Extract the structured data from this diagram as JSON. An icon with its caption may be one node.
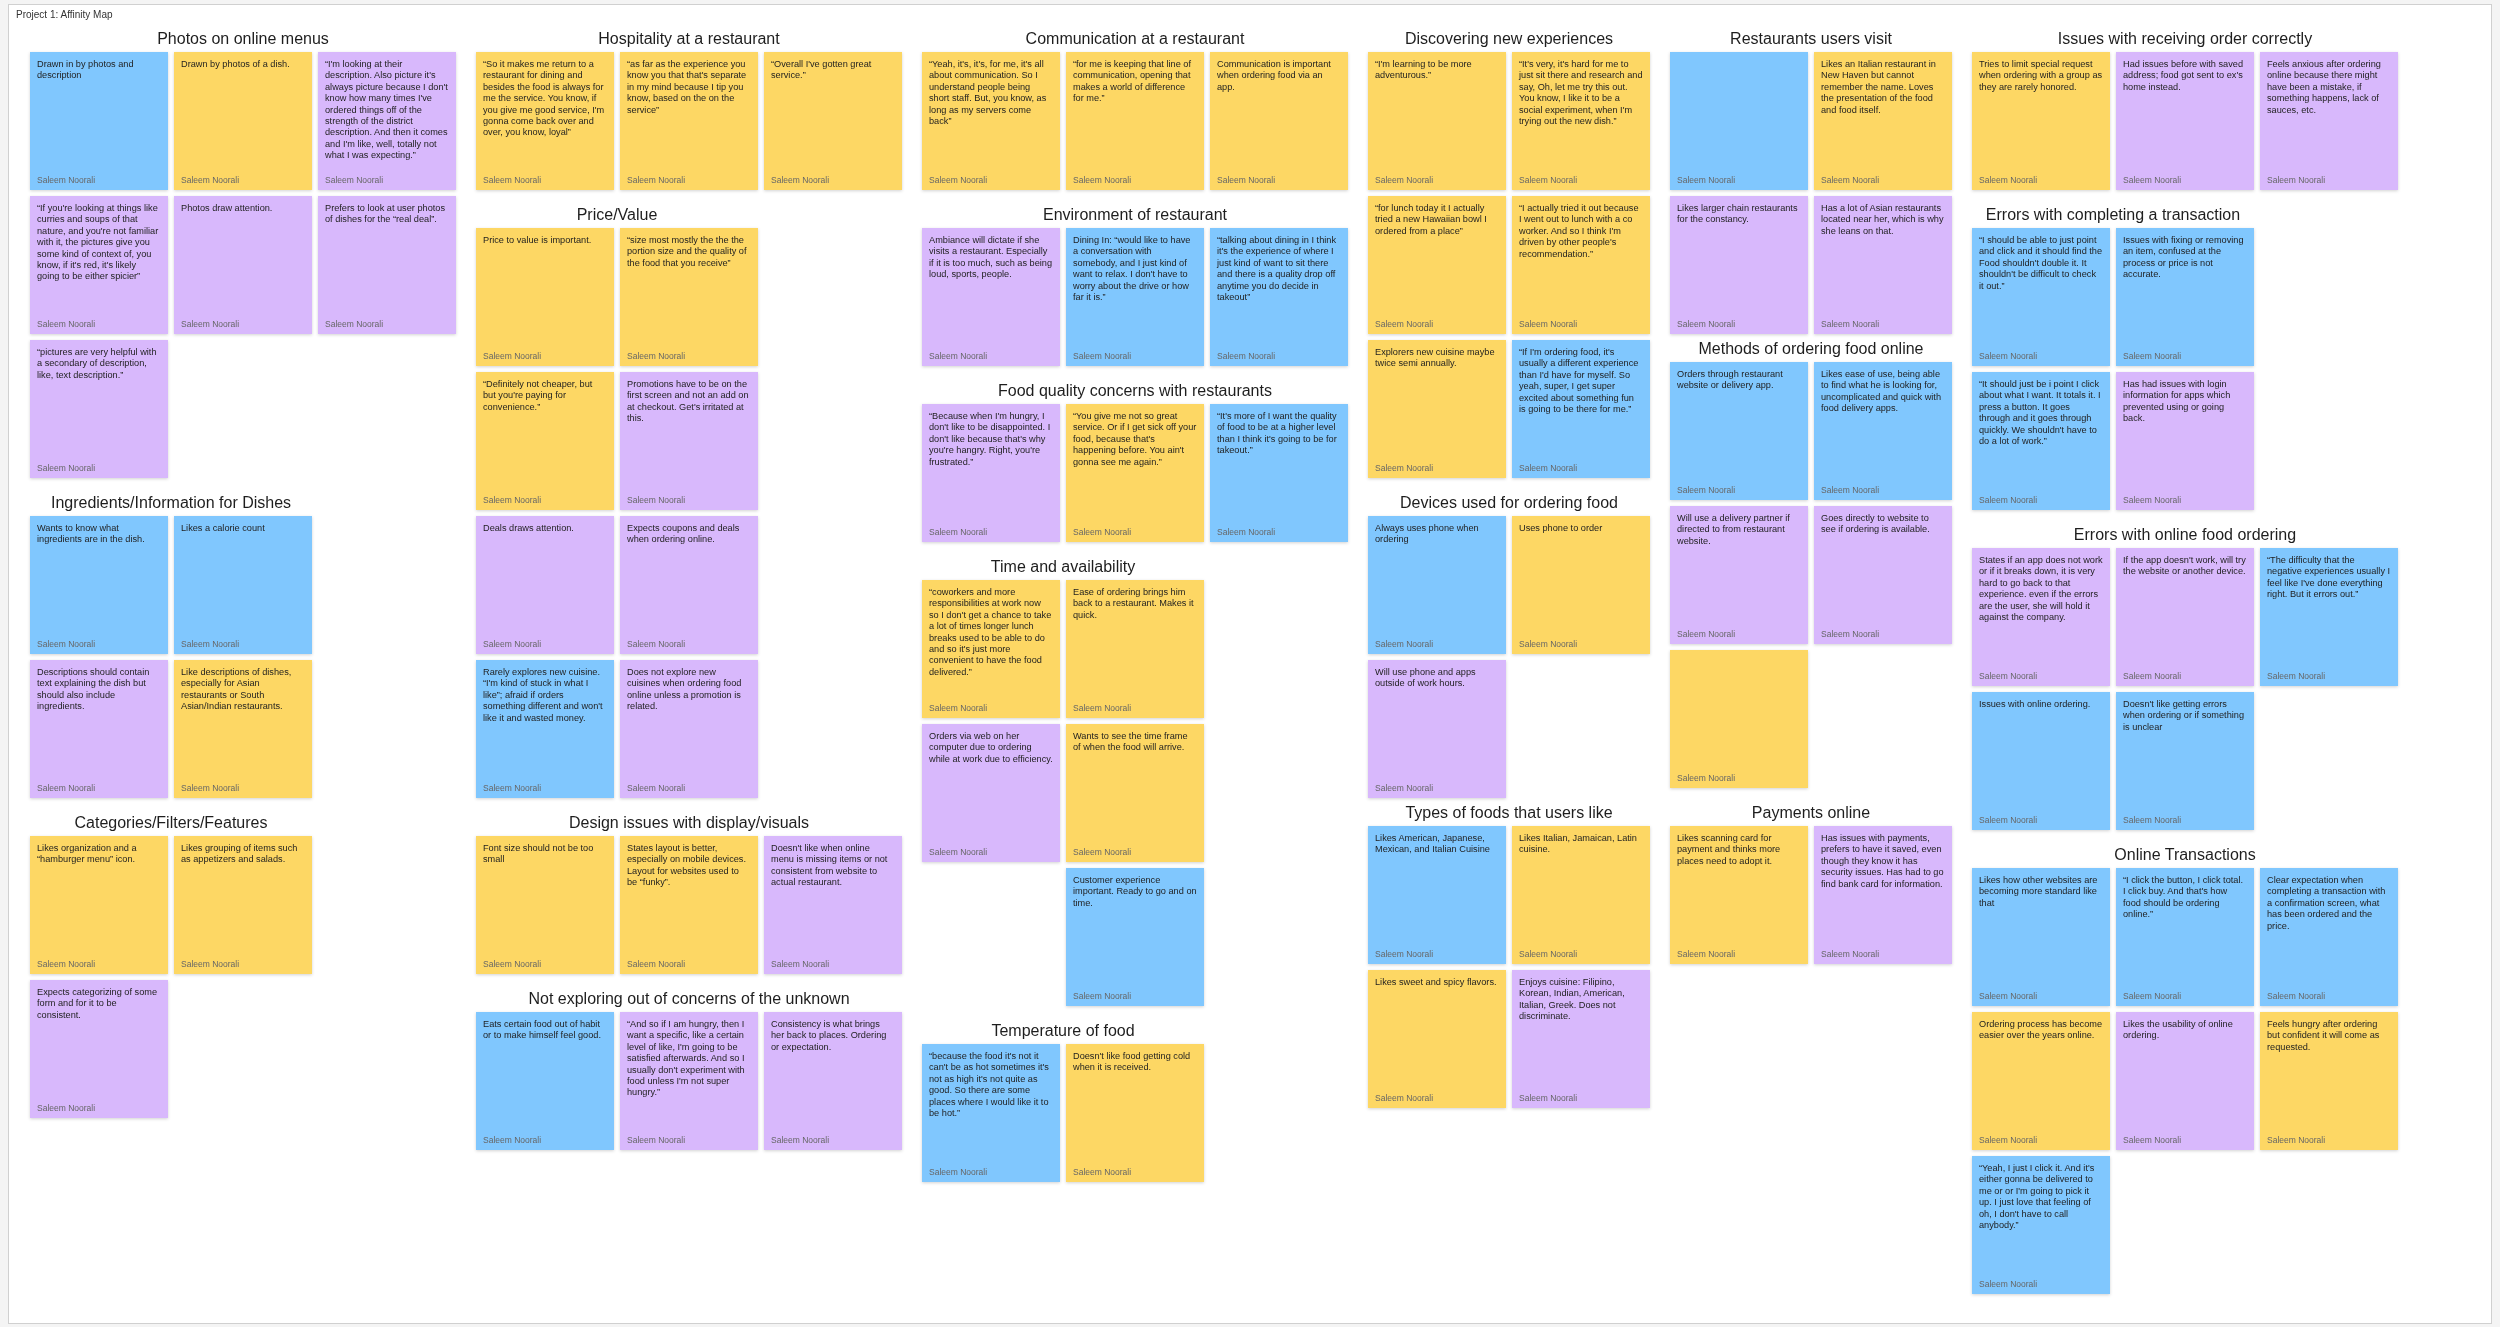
{
  "diagram": {
    "nodes": [
      {
        "text": [
          "Photos on online menus"
        ]
      },
      {
        "text": [
          "Drawn in by photos and description",
          "Saleem Noorali"
        ],
        "in": 0
      },
      {
        "text": [
          "Drawn by photos of a dish.",
          "Saleem Noorali"
        ],
        "in": 0
      },
      {
        "text": [
          "“I'm looking at their description. Also picture it's always picture because I don't know how many times I've ordered things off of the strength of the district description. And then it comes and I'm like, well, totally not what I was expecting.”",
          "Saleem Noorali"
        ],
        "in": 0
      },
      {
        "text": [
          "“If you're looking at things like curries and soups of that nature, and you're not familiar with it, the pictures give you some kind of context of, you know, if it's red, it's likely going to be either spicier”",
          "Saleem Noorali"
        ],
        "in": 0
      },
      {
        "text": [
          "Photos draw attention.",
          "Saleem Noorali"
        ],
        "in": 0
      },
      {
        "text": [
          "Prefers to look at user photos of dishes for the “real deal”.",
          "Saleem Noorali"
        ],
        "in": 0
      },
      {
        "text": [
          "“pictures are very helpful with a secondary of description, like, text description.”",
          "Saleem Noorali"
        ],
        "in": 0
      },
      {
        "text": [
          "Hospitality at a restaurant"
        ]
      },
      {
        "text": [
          "“So it makes me return to a restaurant for dining and besides the food is always for me the service. You know, if you give me good service, I'm gonna come back over and over, you know, loyal”",
          "Saleem Noorali"
        ],
        "in": 8
      },
      {
        "text": [
          "“as far as the experience you know you that that's separate in my mind because I tip you know, based on the on the service”",
          "Saleem Noorali"
        ],
        "in": 8
      },
      {
        "text": [
          "“Overall I've gotten great service.”",
          "Saleem Noorali"
        ],
        "in": 8
      },
      {
        "text": [
          "Communication at a restaurant"
        ]
      },
      {
        "text": [
          "“Yeah, it's, it's, for me, it's all about communication. So I understand people being short staff. But, you know, as long as my servers come back”",
          "Saleem Noorali"
        ],
        "in": 12
      },
      {
        "text": [
          "“for me is keeping that line of communication, opening that makes a world of difference for me.”",
          "Saleem Noorali"
        ],
        "in": 12
      },
      {
        "text": [
          "Communication is important when ordering food via an app.",
          "Saleem Noorali"
        ],
        "in": 12
      },
      {
        "text": [
          "Time and availability"
        ]
      },
      {
        "text": [
          "“coworkers and more responsibilities at work now so I don't get a chance to take a lot of times longer lunch breaks used to be able to do and so it's just more convenient to have the food delivered.”",
          "Saleem Noorali"
        ],
        "in": 16
      },
      {
        "text": [
          "Ease of ordering brings him back to a restaurant. Makes it quick.",
          "Saleem Noorali"
        ],
        "in": 16
      },
      {
        "text": [
          "Orders via web on her computer due to ordering while at work due to efficiency.",
          "Saleem Noorali"
        ],
        "in": 16
      },
      {
        "text": [
          "Wants to see the time frame of when the food will arrive.",
          "Saleem Noorali"
        ],
        "in": 16
      },
      {
        "text": [
          "Customer experience important. Ready to go and on time.",
          "Saleem Noorali"
        ],
        "in": 16
      },
      {
        "text": [
          "Discovering new experiences"
        ]
      },
      {
        "text": [
          "“I'm learning to be more adventurous.”",
          "Saleem Noorali"
        ],
        "in": 22
      },
      {
        "text": [
          "“It's very, it's hard for me to just sit there and research and say, Oh, let me try this out. You know, I like it to be a social experiment, when I'm trying out the new dish.”",
          "Saleem Noorali"
        ],
        "in": 22
      },
      {
        "text": [
          "“for lunch today it I actually tried a new Hawaiian bowl I ordered from a place”",
          "Saleem Noorali"
        ],
        "in": 22
      },
      {
        "text": [
          "“I actually tried it out because I went out to lunch with a co worker. And so I think I'm driven by other people's recommendation.”",
          "Saleem Noorali"
        ],
        "in": 22
      },
      {
        "text": [
          "Explorers new cuisine maybe twice semi annually.",
          "Saleem Noorali"
        ],
        "in": 22
      },
      {
        "text": [
          "“If I'm ordering food, it's usually a different experience than I'd have for myself. So yeah, super, I get super excited about something fun is going to be there for me.”",
          "Saleem Noorali"
        ],
        "in": 22
      },
      {
        "text": [
          "Issues with receiving order correctly"
        ]
      },
      {
        "text": [
          "Tries to limit special request when ordering with a group as they are rarely honored.",
          "Saleem Noorali"
        ],
        "in": 29
      },
      {
        "text": [
          "Had issues before with saved address; food got sent to ex's home instead.",
          "Saleem Noorali"
        ],
        "in": 29
      },
      {
        "text": [
          "Feels anxious after ordering online because there might have been a mistake, if something happens, lack of sauces, etc.",
          "Saleem Noorali"
        ],
        "in": 29
      },
      {
        "text": [
          "Errors with completing a transaction"
        ]
      },
      {
        "text": [
          "“I should be able to just point and click and it should find the Food shouldn't double it. It shouldn't be difficult to check it out.”",
          "Saleem Noorali"
        ],
        "in": 33
      },
      {
        "text": [
          "Issues with fixing or removing an item, confused at the process or price is not accurate.",
          "Saleem Noorali"
        ],
        "in": 33
      },
      {
        "text": [
          "“It should just be i point I click about what I want. It totals it. I press a button. It goes through and it goes through quickly. We shouldn't have to do a lot of work.”",
          "Saleem Noorali"
        ],
        "in": 33
      },
      {
        "text": [
          "Has had issues with login information for apps which prevented using or going back.",
          "Saleem Noorali"
        ],
        "in": 33
      },
      {
        "text": [
          "Errors with online food ordering"
        ]
      },
      {
        "text": [
          "States if an app does not work or if it breaks down, it is very hard to go back to that experience. even if the errors are the user, she will hold it against the company.",
          "Saleem Noorali"
        ],
        "in": 38
      },
      {
        "text": [
          "If the app doesn't work, will try the website or another device.",
          "Saleem Noorali"
        ],
        "in": 38
      },
      {
        "text": [
          "“The difficulty that the negative experiences usually I feel like I've done everything right. But it errors out.”",
          "Saleem Noorali"
        ],
        "in": 38
      },
      {
        "text": [
          "Issues with online ordering.",
          "Saleem Noorali"
        ],
        "in": 38
      },
      {
        "text": [
          "Doesn't like getting errors when ordering or if something is unclear",
          "Saleem Noorali"
        ],
        "in": 38
      },
      {
        "text": [
          "Online Transactions"
        ]
      },
      {
        "text": [
          "Likes how other websites are becoming more standard like that",
          "Saleem Noorali"
        ],
        "in": 44
      },
      {
        "text": [
          "“I click the button, I click total. I click buy. And that's how food should be ordering online.”",
          "Saleem Noorali"
        ],
        "in": 44
      },
      {
        "text": [
          "Clear expectation when completing a transaction with a confirmation screen, what has been ordered and the price.",
          "Saleem Noorali"
        ],
        "in": 44
      },
      {
        "text": [
          "Ordering process has become easier over the years online.",
          "Saleem Noorali"
        ],
        "in": 44
      },
      {
        "text": [
          "Likes the usability of online ordering.",
          "Saleem Noorali"
        ],
        "in": 44
      },
      {
        "text": [
          "Feels hungry after ordering but confident it will come as requested.",
          "Saleem Noorali"
        ],
        "in": 44
      },
      {
        "text": [
          "“Yeah, I just I click it. And it's either gonna be delivered to me or or I'm going to pick it up. I just love that feeling of oh, I don't have to call anybody.”",
          "Saleem Noorali"
        ],
        "in": 44
      },
      {
        "text": [
          "Payments online"
        ]
      },
      {
        "text": [
          "Likes scanning card for payment and thinks more places need to adopt it.",
          "Saleem Noorali"
        ],
        "in": 52
      },
      {
        "text": [
          "Has issues with payments, prefers to have it saved, even though they know it has security issues. Has had to go find bank card for information.",
          "Saleem Noorali"
        ],
        "in": 52
      },
      {
        "text": [
          "Ingredients/Information for Dishes"
        ]
      },
      {
        "text": [
          "Wants to know what ingredients are in the dish.",
          "Saleem Noorali"
        ],
        "in": 55
      },
      {
        "text": [
          "Likes a calorie count",
          "Saleem Noorali"
        ],
        "in": 55
      },
      {
        "text": [
          "Descriptions should contain text explaining the dish but should also include ingredients.",
          "Saleem Noorali"
        ],
        "in": 55
      },
      {
        "text": [
          "Like descriptions of dishes, especially for Asian restaurants or South Asian/Indian restaurants.",
          "Saleem Noorali"
        ],
        "in": 55
      },
      {
        "text": [
          "Price/Value"
        ]
      },
      {
        "text": [
          "Price to value is important.",
          "Saleem Noorali"
        ],
        "in": 60
      },
      {
        "text": [
          "“size most mostly the the the portion size and the quality of the food that you receive”",
          "Saleem Noorali"
        ],
        "in": 60
      },
      {
        "text": [
          "“Definitely not cheaper, but but you're paying for convenience.”",
          "Saleem Noorali"
        ],
        "in": 60
      },
      {
        "text": [
          "Promotions have to be on the first screen and not an add on at checkout. Get's irritated at this.",
          "Saleem Noorali"
        ],
        "in": 60
      },
      {
        "text": [
          "Deals draws attention.",
          "Saleem Noorali"
        ],
        "in": 60
      },
      {
        "text": [
          "Expects coupons and deals when ordering online.",
          "Saleem Noorali"
        ],
        "in": 60
      },
      {
        "text": [
          "Rarely explores new cuisine. “I'm kind of stuck in what I like”; afraid if orders something different and won't like it and wasted money.",
          "Saleem Noorali"
        ],
        "in": 60
      },
      {
        "text": [
          "Does not explore new cuisines when ordering food online unless a promotion is related.",
          "Saleem Noorali"
        ],
        "in": 60
      },
      {
        "text": [
          "Environment of restaurant"
        ]
      },
      {
        "text": [
          "Ambiance will dictate if she visits a restaurant. Especially if it is too much, such as being loud, sports, people.",
          "Saleem Noorali"
        ],
        "in": 69
      },
      {
        "text": [
          "Dining In: “would like to have a conversation with somebody, and I just kind of want to relax. I don't have to worry about the drive or how far it is.”",
          "Saleem Noorali"
        ],
        "in": 69
      },
      {
        "text": [
          "“talking about dining in I think it's the experience of where I just kind of want to sit there and there is a quality drop off anytime you do decide in takeout”",
          "Saleem Noorali"
        ],
        "in": 69
      },
      {
        "text": [
          "Design issues with display/visuals"
        ]
      },
      {
        "text": [
          "Font size should not be too small",
          "Saleem Noorali"
        ],
        "in": 73
      },
      {
        "text": [
          "States layout is better, especially on mobile devices. Layout for websites used to be “funky”.",
          "Saleem Noorali"
        ],
        "in": 73
      },
      {
        "text": [
          "Doesn't like when online menu is missing items or not consistent from website to actual restaurant.",
          "Saleem Noorali"
        ],
        "in": 73
      },
      {
        "text": [
          "Not exploring out of concerns of the unknown"
        ]
      },
      {
        "text": [
          "Eats certain food out of habit or to make himself feel good.",
          "Saleem Noorali"
        ],
        "in": 77
      },
      {
        "text": [
          "“And so if I am hungry, then I want a specific, like a certain level of like, I'm going to be satisfied afterwards. And so I usually don't experiment with food unless I'm not super hungry.”",
          "Saleem Noorali"
        ],
        "in": 77
      },
      {
        "text": [
          "Consistency is what brings her back to places. Ordering or expectation.",
          "Saleem Noorali"
        ],
        "in": 77
      },
      {
        "text": [
          "Food quality concerns with restaurants"
        ]
      },
      {
        "text": [
          "“Because when I'm hungry, I don't like to be disappointed. I don't like because that's why you're hangry. Right, you're frustrated.”",
          "Saleem Noorali"
        ],
        "in": 81
      },
      {
        "text": [
          "“You give me not so great service. Or if I get sick off your food, because that's happening before. You ain't gonna see me again.”",
          "Saleem Noorali"
        ],
        "in": 81
      },
      {
        "text": [
          "“It's more of I want the quality of food to be at a higher level than I think it's going to be for takeout.”",
          "Saleem Noorali"
        ],
        "in": 81
      },
      {
        "text": [
          "Temperature of food"
        ]
      },
      {
        "text": [
          "“because the food it's not it can't be as hot sometimes it's not as high it's not quite as good. So there are some places where I would like it to be hot.”",
          "Saleem Noorali"
        ],
        "in": 85
      },
      {
        "text": [
          "Doesn't like food getting cold when it is received.",
          "Saleem Noorali"
        ],
        "in": 85
      },
      {
        "text": [
          "Categories/Filters/Features"
        ]
      },
      {
        "text": [
          "Likes organization and a “hamburger menu” icon.",
          "Saleem Noorali"
        ],
        "in": 88
      },
      {
        "text": [
          "Likes grouping of items such as appetizers and salads.",
          "Saleem Noorali"
        ],
        "in": 88
      },
      {
        "text": [
          "Expects categorizing of some form and for it to be consistent.",
          "Saleem Noorali"
        ],
        "in": 88
      },
      {
        "text": [
          "Devices used for ordering food"
        ]
      },
      {
        "text": [
          "Always uses phone when ordering",
          "Saleem Noorali"
        ],
        "in": 92
      },
      {
        "text": [
          "Uses phone to order",
          "Saleem Noorali"
        ],
        "in": 92
      },
      {
        "text": [
          "Will use phone and apps outside of work hours.",
          "Saleem Noorali"
        ],
        "in": 92
      },
      {
        "text": [
          "Types of foods that users like"
        ]
      },
      {
        "text": [
          "Likes American, Japanese, Mexican, and Italian Cuisine",
          "Saleem Noorali"
        ],
        "in": 96
      },
      {
        "text": [
          "Likes Italian, Jamaican, Latin cuisine.",
          "Saleem Noorali"
        ],
        "in": 96
      },
      {
        "text": [
          "Likes sweet and spicy flavors.",
          "Saleem Noorali"
        ],
        "in": 96
      },
      {
        "text": [
          "Enjoys cuisine: Filipino, Korean, Indian, American, Italian, Greek. Does not discriminate.",
          "Saleem Noorali"
        ],
        "in": 96
      },
      {
        "text": [
          "Restaurants users visit"
        ]
      },
      {
        "text": [
          "Saleem Noorali"
        ],
        "in": 101
      },
      {
        "text": [
          "Likes an Italian restaurant in New Haven but cannot remember the name. Loves the presentation of the food and food itself.",
          "Saleem Noorali"
        ],
        "in": 101
      },
      {
        "text": [
          "Likes larger chain restaurants for the constancy.",
          "Saleem Noorali"
        ],
        "in": 101
      },
      {
        "text": [
          "Has a lot of Asian restaurants located near her, which is why she leans on that.",
          "Saleem Noorali"
        ],
        "in": 101
      },
      {
        "text": [
          "Methods of ordering food online"
        ]
      },
      {
        "text": [
          "Orders through restaurant website or delivery app.",
          "Saleem Noorali"
        ],
        "in": 106
      },
      {
        "text": [
          "Likes ease of use, being able to find what he is looking for, uncomplicated and quick with food delivery apps.",
          "Saleem Noorali"
        ],
        "in": 106
      },
      {
        "text": [
          "Will use a delivery partner if directed to from restaurant website.",
          "Saleem Noorali"
        ],
        "in": 106
      },
      {
        "text": [
          "Goes directly to website to see if ordering is available.",
          "Saleem Noorali"
        ],
        "in": 106
      },
      {
        "text": [
          "Saleem Noorali"
        ],
        "in": 106
      }
    ],
    "labels": [
      "Project 1: Affinity Map"
    ]
  }
}
